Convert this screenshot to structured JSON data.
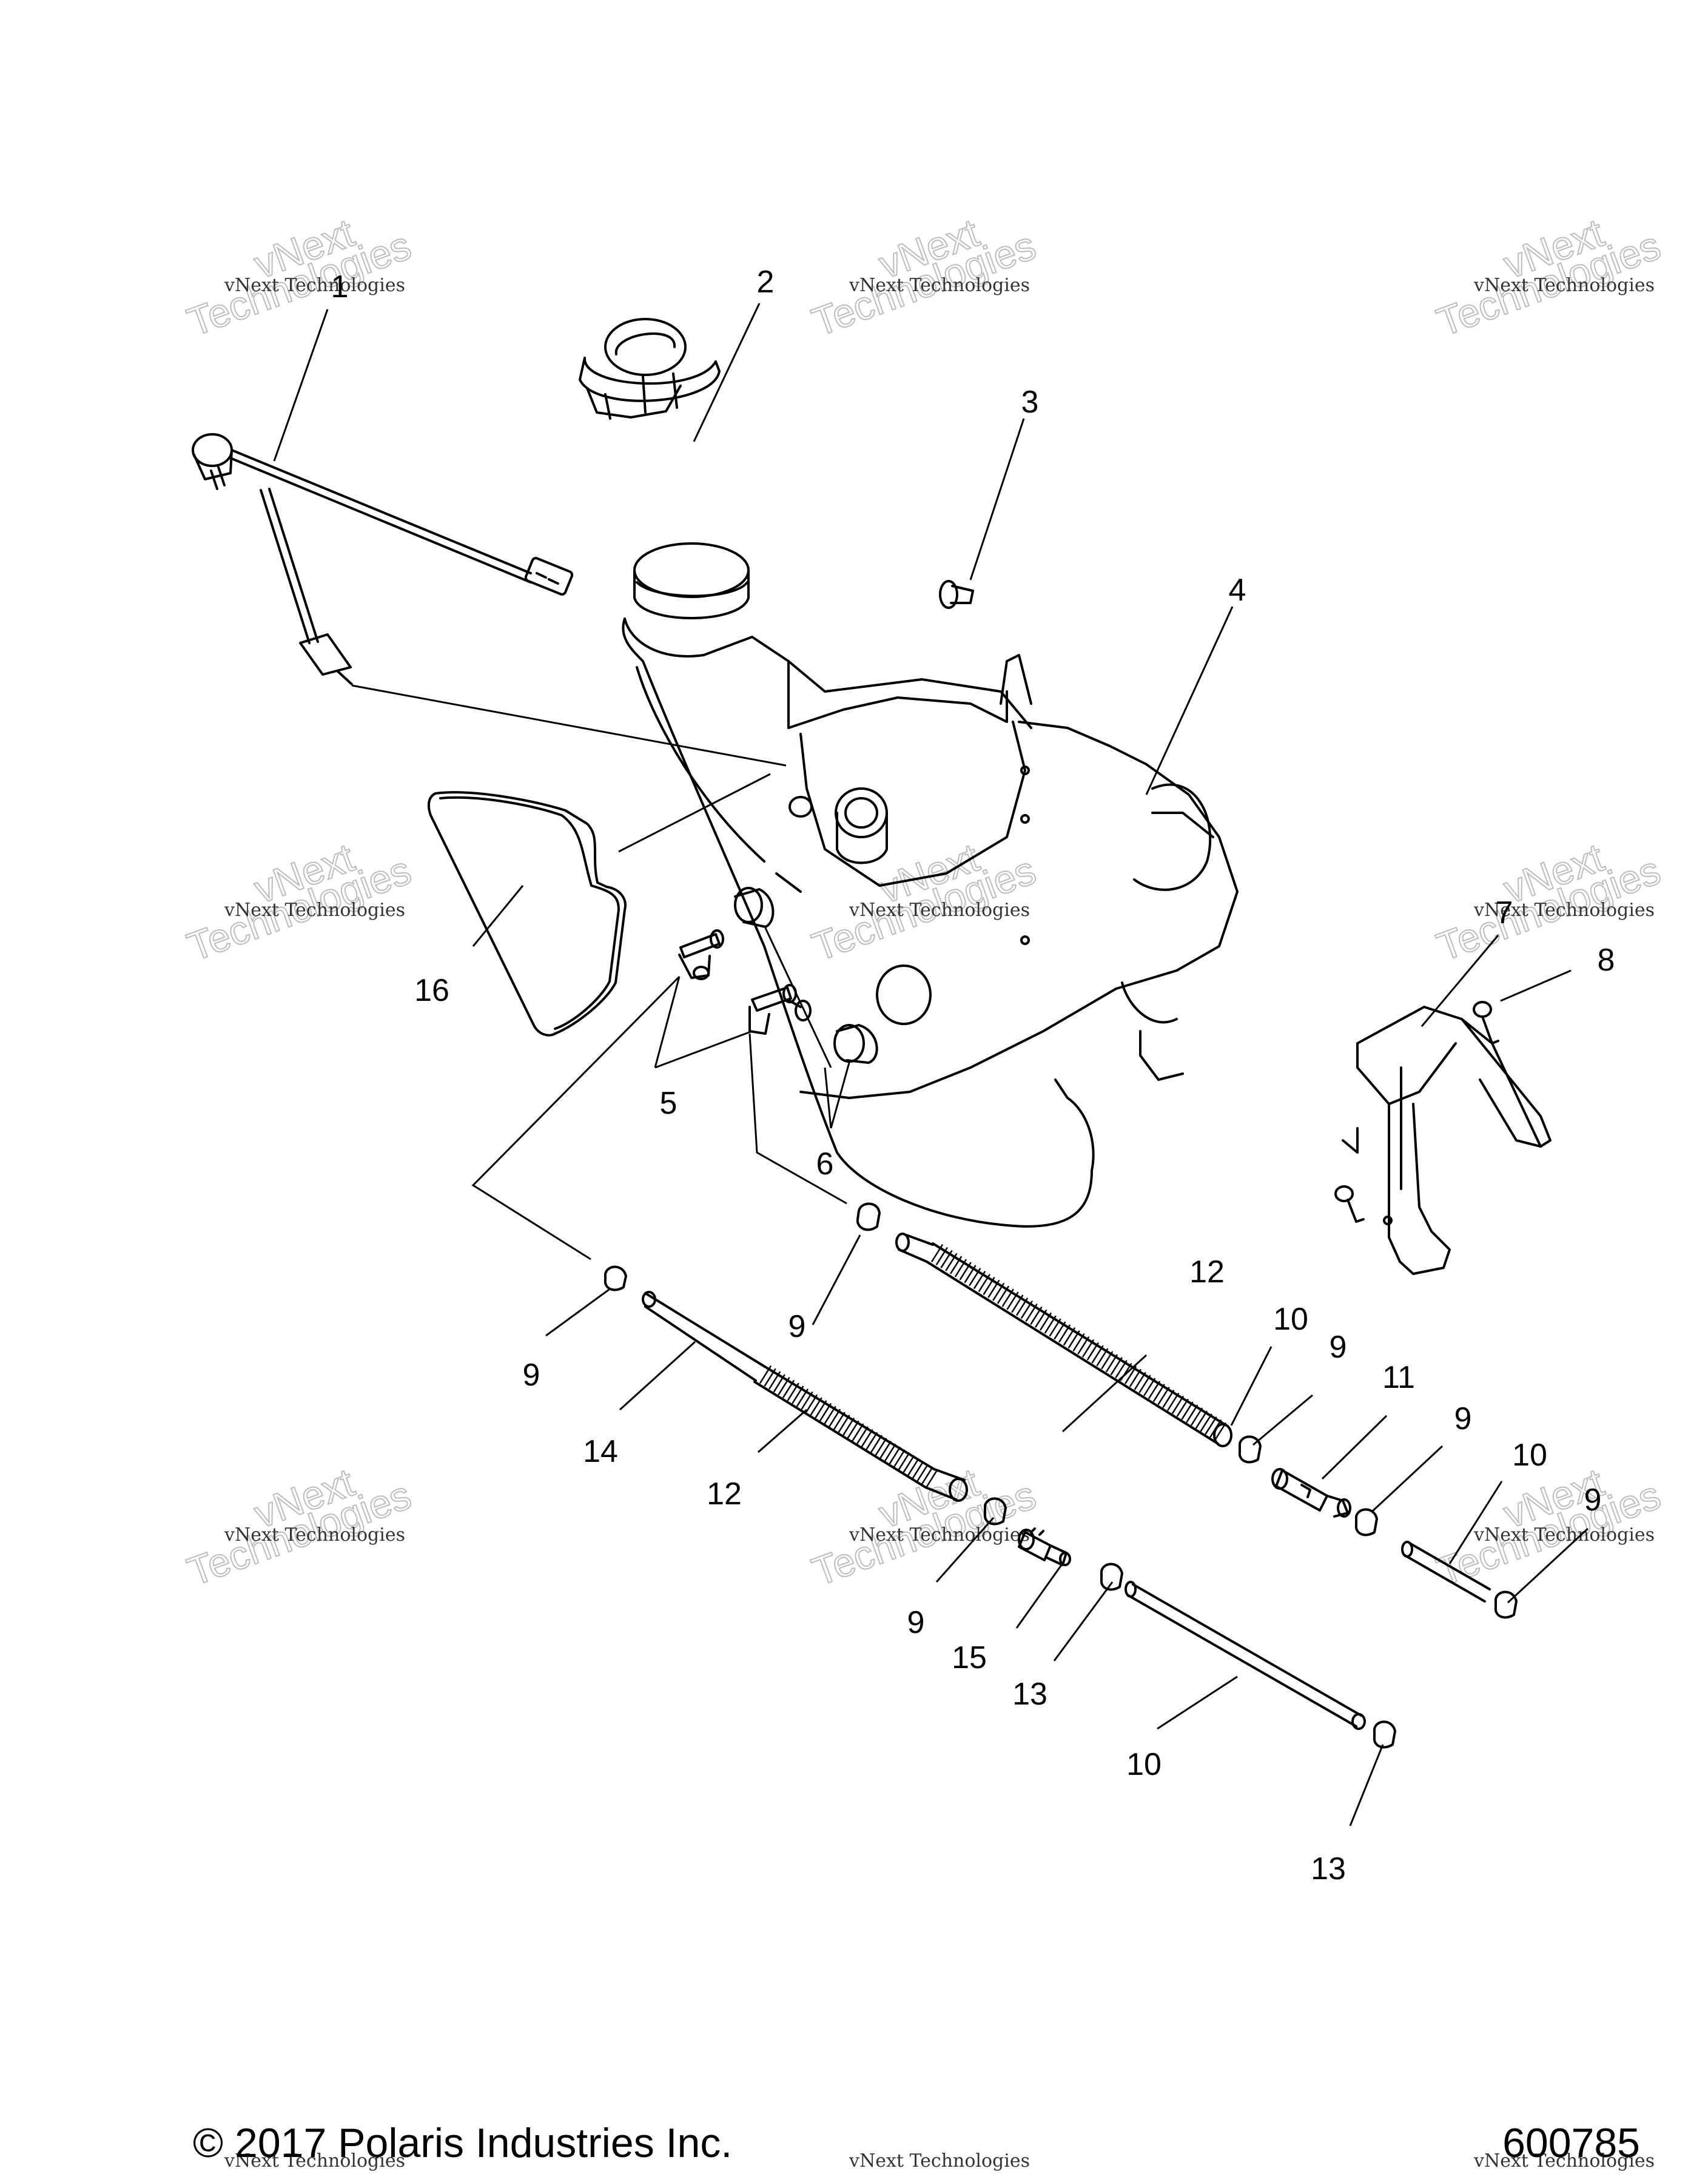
{
  "callouts": [
    {
      "n": "1"
    },
    {
      "n": "2"
    },
    {
      "n": "3"
    },
    {
      "n": "4"
    },
    {
      "n": "16"
    },
    {
      "n": "7"
    },
    {
      "n": "8"
    },
    {
      "n": "5"
    },
    {
      "n": "6"
    },
    {
      "n": "9"
    },
    {
      "n": "9"
    },
    {
      "n": "12"
    },
    {
      "n": "14"
    },
    {
      "n": "12"
    },
    {
      "n": "10"
    },
    {
      "n": "9"
    },
    {
      "n": "11"
    },
    {
      "n": "9"
    },
    {
      "n": "10"
    },
    {
      "n": "9"
    },
    {
      "n": "9"
    },
    {
      "n": "15"
    },
    {
      "n": "13"
    },
    {
      "n": "10"
    },
    {
      "n": "13"
    }
  ],
  "watermark": {
    "line1": "vNext Technologies",
    "big_a": "vNext",
    "big_b": "Technologies"
  },
  "footer": {
    "copyright": "© 2017 Polaris Industries Inc.",
    "drawing_number": "600785"
  }
}
